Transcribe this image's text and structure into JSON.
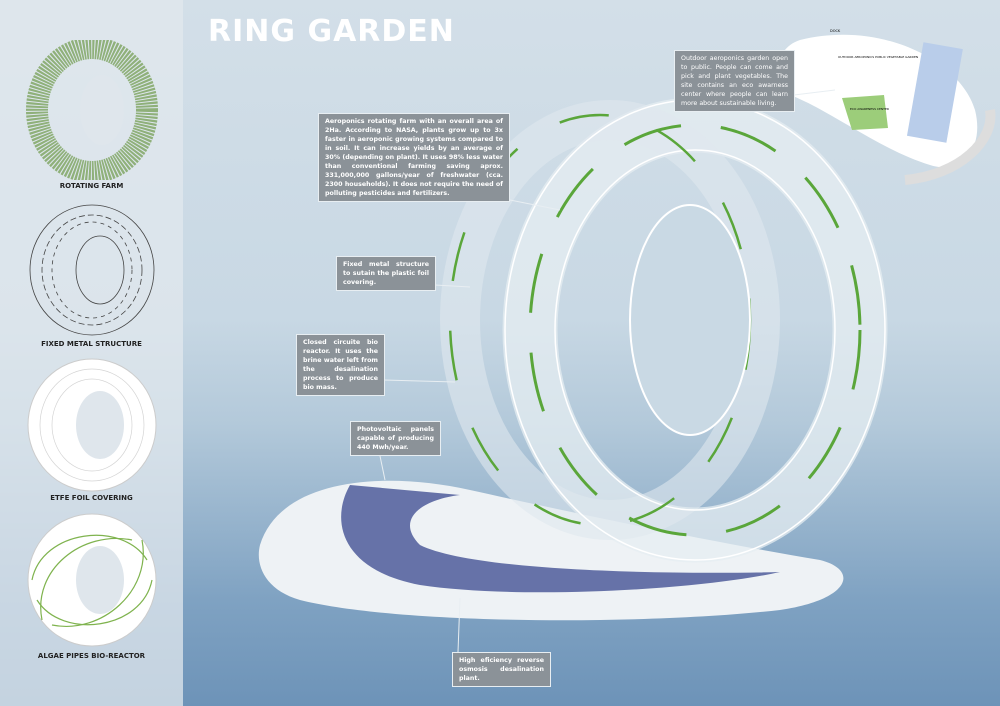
{
  "title": "RING GARDEN",
  "components": [
    {
      "label": "ROTATING FARM",
      "icon": "rotating-farm-icon"
    },
    {
      "label": "FIXED METAL STRUCTURE",
      "icon": "metal-structure-icon"
    },
    {
      "label": "ETFE FOIL COVERING",
      "icon": "etfe-foil-icon"
    },
    {
      "label": "ALGAE PIPES BIO-REACTOR",
      "icon": "algae-pipes-icon"
    }
  ],
  "callouts": {
    "farm": "Aeroponics rotating farm with an overall area of 2Ha. According to NASA, plants grow up to 3x faster in aeroponic growing systems compared to in soil. It can increase yields by an average of 30% (depending on plant). It uses 98% less water than conventional farming saving aprox. 331,000,000 gallons/year of freshwater (cca. 2300 households). It does not require the need of polluting pesticides and fertilizers.",
    "structure": "Fixed metal structure to sutain the plastic foil covering.",
    "bioreactor": "Closed circuite bio reactor. It uses the brine water left from the desalination process to produce bio mass.",
    "photovoltaic": "Photovoltaic panels capable of producing 440 Mwh/year.",
    "desalination": "High eficiency reverse osmosis desalination plant.",
    "garden": "Outdoor aeroponics garden open to public. People can come and pick and plant vegetables. The site contains an eco awarness center where people can learn more about sustainable living."
  },
  "site_plan": {
    "dock": "DOCK",
    "garden_label": "OUTDOOR AEROPONICS PUBLIC VEGETABLE GARDEN",
    "eco_center": "ECO AWARENESS CENTER"
  },
  "colors": {
    "accent_green": "#5aa63a",
    "callout_bg": "#8b9298",
    "panel_blue": "#b9cdea"
  }
}
